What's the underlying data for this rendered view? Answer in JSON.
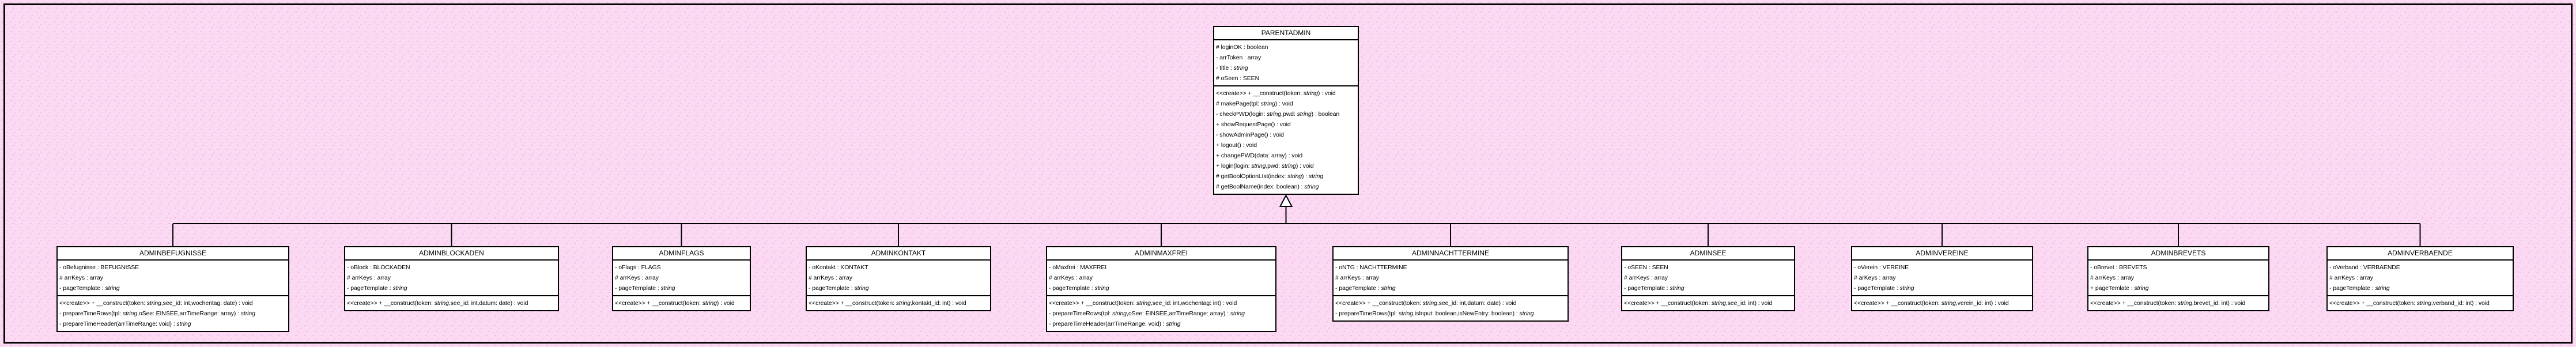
{
  "diagram": {
    "kind": "uml-class-diagram",
    "relationship": {
      "type": "inheritance",
      "parent": "PARENTADMIN",
      "children": [
        "ADMINBEFUGNISSE",
        "ADMINBLOCKADEN",
        "ADMINFLAGS",
        "ADMINKONTAKT",
        "ADMINMAXFREI",
        "ADMINNACHTTERMINE",
        "ADMINSEE",
        "ADMINVEREINE",
        "ADMINBREVETS",
        "ADMINVERBAENDE"
      ]
    },
    "colors": {
      "canvas_background": "#fbd9f3",
      "canvas_dots": "#ee9de2",
      "box_fill": "#ffffff",
      "box_border": "#000000",
      "frame_border": "#000000"
    }
  },
  "classes": [
    {
      "name": "PARENTADMIN",
      "attributes": [
        "# loginOK : boolean",
        "- arrToken : array",
        "- title : string",
        "# oSeen : SEEN"
      ],
      "methods": [
        "<<create>> + __construct(token: string) : void",
        "# makePage(tpl: string) : void",
        "- checkPWD(login: string,pwd: string) : boolean",
        "+ showRequestPage() : void",
        "- showAdminPage() : void",
        "+ logout() : void",
        "+ changePWD(data: array) : void",
        "+ login(login: string,pwd: string) : void",
        "# getBoolOptionLIst(index: string) : string",
        "# getBoolName(index: boolean) : string"
      ]
    },
    {
      "name": "ADMINBEFUGNISSE",
      "attributes": [
        "- oBefugnisse : BEFUGNISSE",
        "# arrKeys : array",
        "- pageTemplate : string"
      ],
      "methods": [
        "<<create>> + __construct(token: string,see_id: int,wochentag: date) : void",
        "- prepareTimeRows(tpl: string,oSee: EINSEE,arrTimeRange: array) : string",
        "- prepareTimeHeader(arrTimeRange: void) : string"
      ]
    },
    {
      "name": "ADMINBLOCKADEN",
      "attributes": [
        "- oBlock : BLOCKADEN",
        "# arrKeys : array",
        "- pageTemplate : string"
      ],
      "methods": [
        "<<create>> + __construct(token: string,see_id: int,datum: date) : void"
      ]
    },
    {
      "name": "ADMINFLAGS",
      "attributes": [
        "- oFlags : FLAGS",
        "# arrKeys : array",
        "- pageTemplate : string"
      ],
      "methods": [
        "<<create>> + __construct(token: string) : void"
      ]
    },
    {
      "name": "ADMINKONTAKT",
      "attributes": [
        "- oKontakt : KONTAKT",
        "# arrKeys : array",
        "- pageTemplate : string"
      ],
      "methods": [
        "<<create>> + __construct(token: string,kontakt_id: int) : void"
      ]
    },
    {
      "name": "ADMINMAXFREI",
      "attributes": [
        "- oMaxfrei : MAXFREI",
        "# arrKeys : array",
        "- pageTemplate : string"
      ],
      "methods": [
        "<<create>> + __construct(token: string,see_id: int,wochentag: int) : void",
        "- prepareTimeRows(tpl: string,oSee: EINSEE,arrTimeRange: array) : string",
        "- prepareTimeHeader(arrTimeRange: void) : string"
      ]
    },
    {
      "name": "ADMINNACHTTERMINE",
      "attributes": [
        "- oNTG : NACHTTERMINE",
        "# arrKeys : array",
        "- pageTemplate : string"
      ],
      "methods": [
        "<<create>> + __construct(token: string,see_id: int,datum: date) : void",
        "- prepareTimeRows(tpl: string,isInput: boolean,isNewEntry: boolean) : string"
      ]
    },
    {
      "name": "ADMINSEE",
      "attributes": [
        "- oSEEN : SEEN",
        "# arrKeys : array",
        "- pageTemplate : string"
      ],
      "methods": [
        "<<create>> + __construct(token: string,see_id: int) : void"
      ]
    },
    {
      "name": "ADMINVEREINE",
      "attributes": [
        "- oVerein : VEREINE",
        "# arKeys : array",
        "- pageTemplate : string"
      ],
      "methods": [
        "<<create>> + __construct(token: string,verein_id: int) : void"
      ]
    },
    {
      "name": "ADMINBREVETS",
      "attributes": [
        "- oBrevet : BREVETS",
        "# arrKeys : array",
        "+ pageTemlate : string"
      ],
      "methods": [
        "<<create>> + __construct(token: string,brevet_id: int) : void"
      ]
    },
    {
      "name": "ADMINVERBAENDE",
      "attributes": [
        "- oVerband : VERBAENDE",
        "# arrKeys : array",
        "- pageTemplate : string"
      ],
      "methods": [
        "<<create>> + __construct(token: string,verband_id: int) : void"
      ]
    }
  ]
}
